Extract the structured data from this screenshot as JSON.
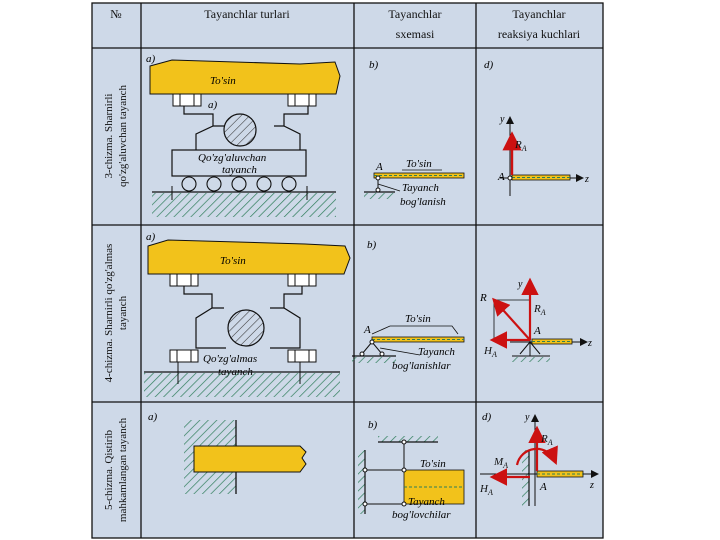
{
  "header": {
    "num": "№",
    "col1": "Tayanchlar turlari",
    "col2_line1": "Tayanchlar",
    "col2_line2": "sxemasi",
    "col3_line1": "Tayanchlar",
    "col3_line2": "reaksiya kuchlari"
  },
  "rows": [
    {
      "side_line1": "3-chizma. Sharnirli",
      "side_line2": "qo'zg'aluvchan tayanch",
      "a": "a)",
      "a2": "a)",
      "b": "b)",
      "d": "d)",
      "beam": "To'sin",
      "support_line1": "Qo'zg'aluvchan",
      "support_line2": "tayanch",
      "scheme_beam": "To'sin",
      "scheme_support_line1": "Tayanch",
      "scheme_support_line2": "bog'lanish",
      "scheme_point": "A",
      "axis_y": "y",
      "axis_z": "z",
      "force_R": "R",
      "force_R_sub": "A",
      "point": "A"
    },
    {
      "side_line1": "4-chizma. Sharnirli qo'zg'almas",
      "side_line2": "tayanch",
      "a": "a)",
      "b": "b)",
      "beam": "To'sin",
      "support_line1": "Qo'zg'almas",
      "support_line2": "tayanch",
      "scheme_beam": "To'sin",
      "scheme_support_line1": "Tayanch",
      "scheme_support_line2": "bog'lanishlar",
      "scheme_point": "A",
      "axis_y": "y",
      "axis_z": "z",
      "force_R": "R",
      "force_RA": "R",
      "force_RA_sub": "A",
      "force_HA": "H",
      "force_HA_sub": "A",
      "point": "A"
    },
    {
      "side_line1": "5-chizma. Qistirib",
      "side_line2": "mahkamlangan tayanch",
      "a": "a)",
      "b": "b)",
      "d": "d)",
      "scheme_beam": "To'sin",
      "scheme_support_line1": "Tayanch",
      "scheme_support_line2": "bog'lovchilar",
      "axis_y": "y",
      "axis_z": "z",
      "force_RA": "R",
      "force_RA_sub": "A",
      "force_MA": "M",
      "force_MA_sub": "A",
      "force_HA": "H",
      "force_HA_sub": "A",
      "point": "A"
    }
  ],
  "colors": {
    "beam_fill": "#f2c21b",
    "table_bg": "#ced9e8",
    "force_red": "#cc1111",
    "line": "#111111",
    "hatch_green": "#2e7d5a"
  }
}
